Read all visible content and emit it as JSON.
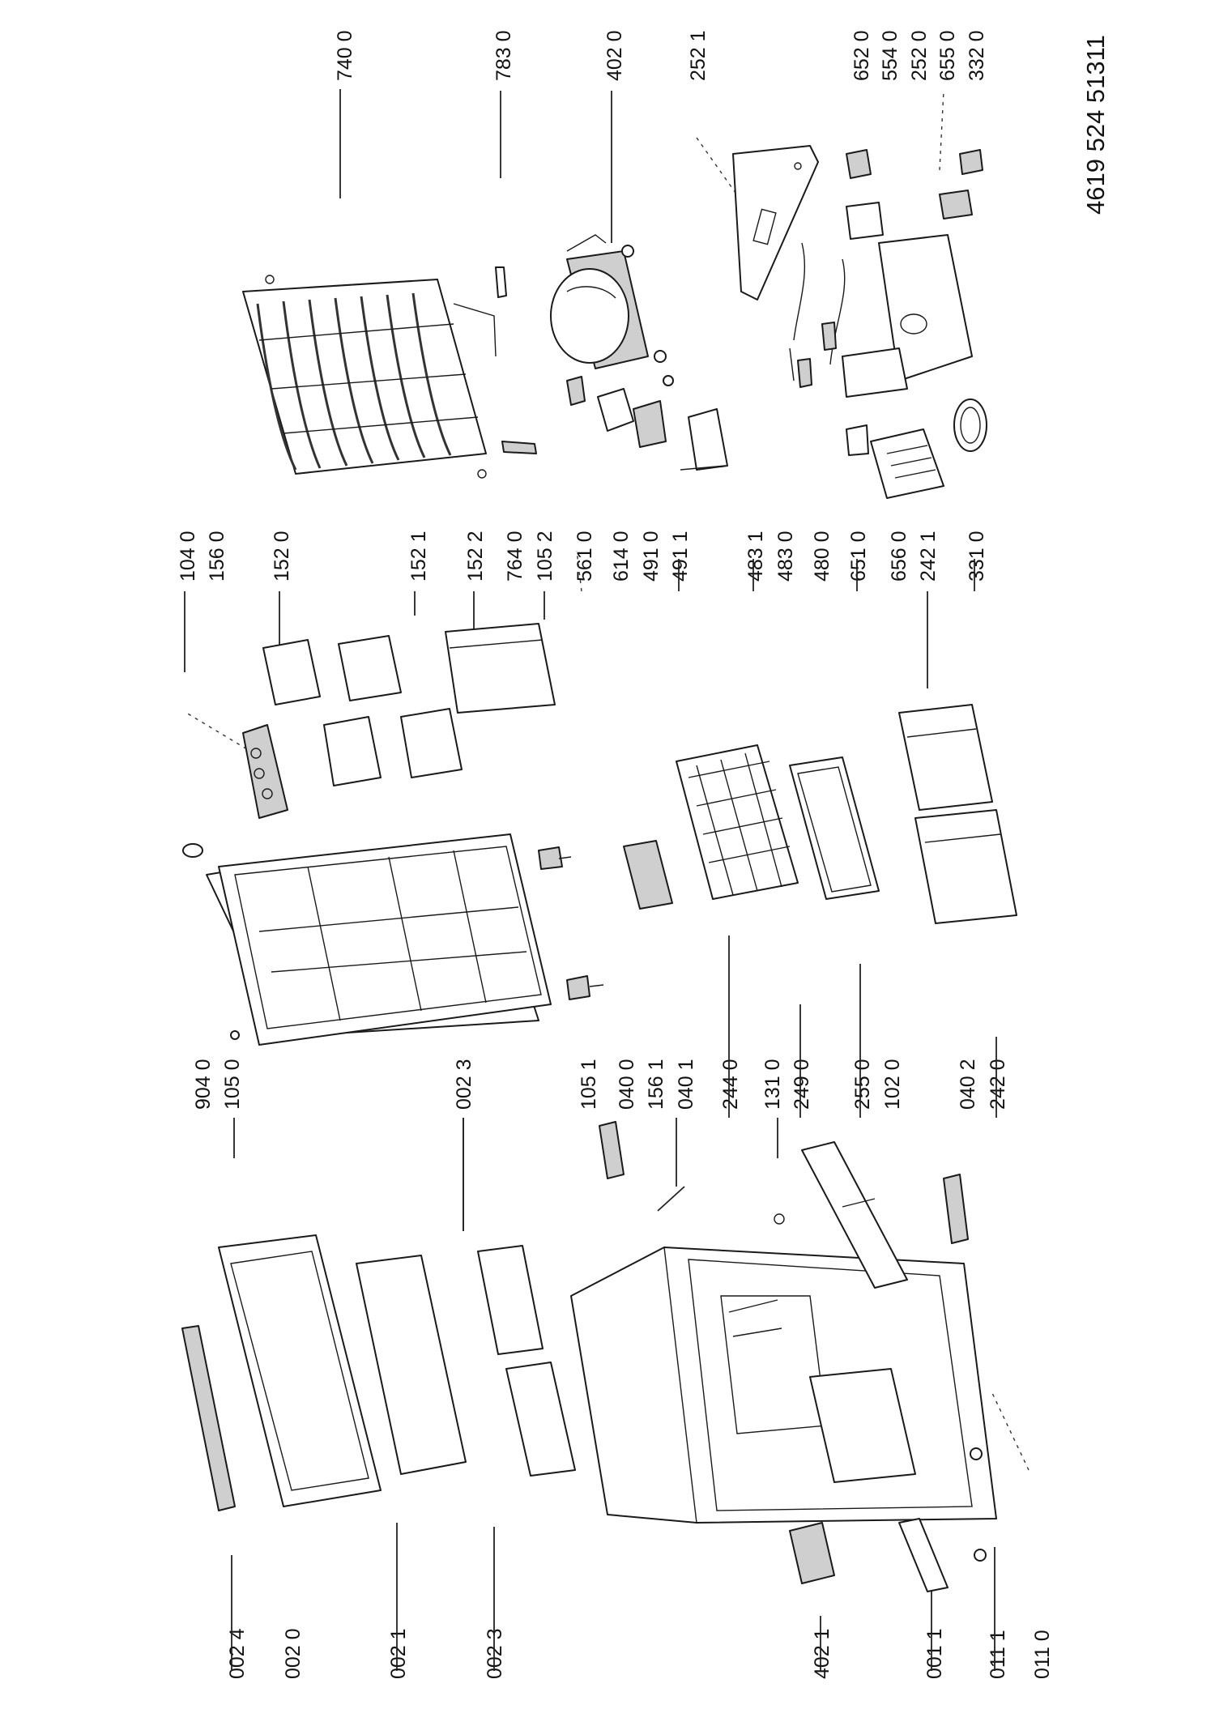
{
  "document_number": "4619 524 51311",
  "labels_left_column": [
    "002 4",
    "002 0",
    "002 1",
    "002 3",
    "402 1",
    "001 1",
    "011 1",
    "011 0"
  ],
  "labels_lower_middle": [
    "002 3",
    "105 1",
    "040 0",
    "156 1",
    "040 1",
    "131 0",
    "249 0",
    "244 0",
    "255 0",
    "102 0",
    "040 2",
    "242 0"
  ],
  "labels_upper_middle": [
    "904 0",
    "105 0"
  ],
  "labels_center": [
    "104 0",
    "156 0",
    "152 0",
    "152 1",
    "152 2",
    "764 0",
    "105 2",
    "561 0",
    "614 0",
    "491 0",
    "491 1",
    "483 1",
    "483 0",
    "480 0",
    "651 0",
    "656 0",
    "242 1",
    "331 0"
  ],
  "labels_top": [
    "740 0",
    "783 0",
    "402 0",
    "252 1",
    "652 0",
    "554 0",
    "252 0",
    "655 0",
    "332 0"
  ],
  "icons": [
    "exploded-view-drawing"
  ]
}
